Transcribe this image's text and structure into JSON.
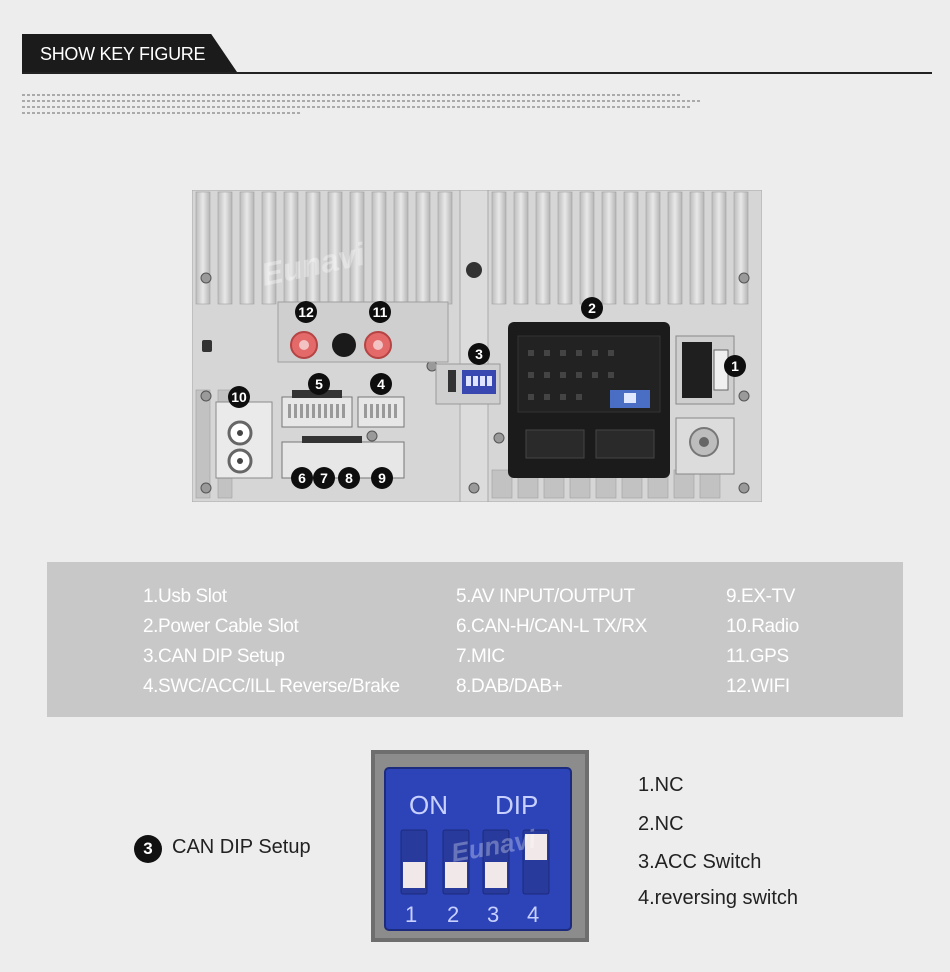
{
  "header": {
    "title": "SHOW KEY FIGURE"
  },
  "device": {
    "watermark": "Eunavi",
    "callouts": [
      "1",
      "2",
      "3",
      "4",
      "5",
      "6",
      "7",
      "8",
      "9",
      "10",
      "11",
      "12"
    ]
  },
  "legend": {
    "col1": [
      "1.Usb Slot",
      "2.Power Cable Slot",
      "3.CAN DIP Setup",
      "4.SWC/ACC/ILL Reverse/Brake"
    ],
    "col2": [
      "5.AV INPUT/OUTPUT",
      "6.CAN-H/CAN-L TX/RX",
      "7.MIC",
      "8.DAB/DAB+"
    ],
    "col3": [
      "9.EX-TV",
      "10.Radio",
      "11.GPS",
      "12.WIFI"
    ]
  },
  "dip": {
    "badge": "3",
    "label": "CAN DIP Setup",
    "switch_on_text": "ON",
    "switch_dip_text": "DIP",
    "switch_numbers": [
      "1",
      "2",
      "3",
      "4"
    ],
    "watermark": "Eunavi",
    "items": [
      "1.NC",
      "2.NC",
      "3.ACC Switch",
      "4.reversing switch"
    ]
  },
  "colors": {
    "panel": "#c8c8c8",
    "dip_blue": "#2e44b8",
    "connector_red": "#e05050"
  }
}
